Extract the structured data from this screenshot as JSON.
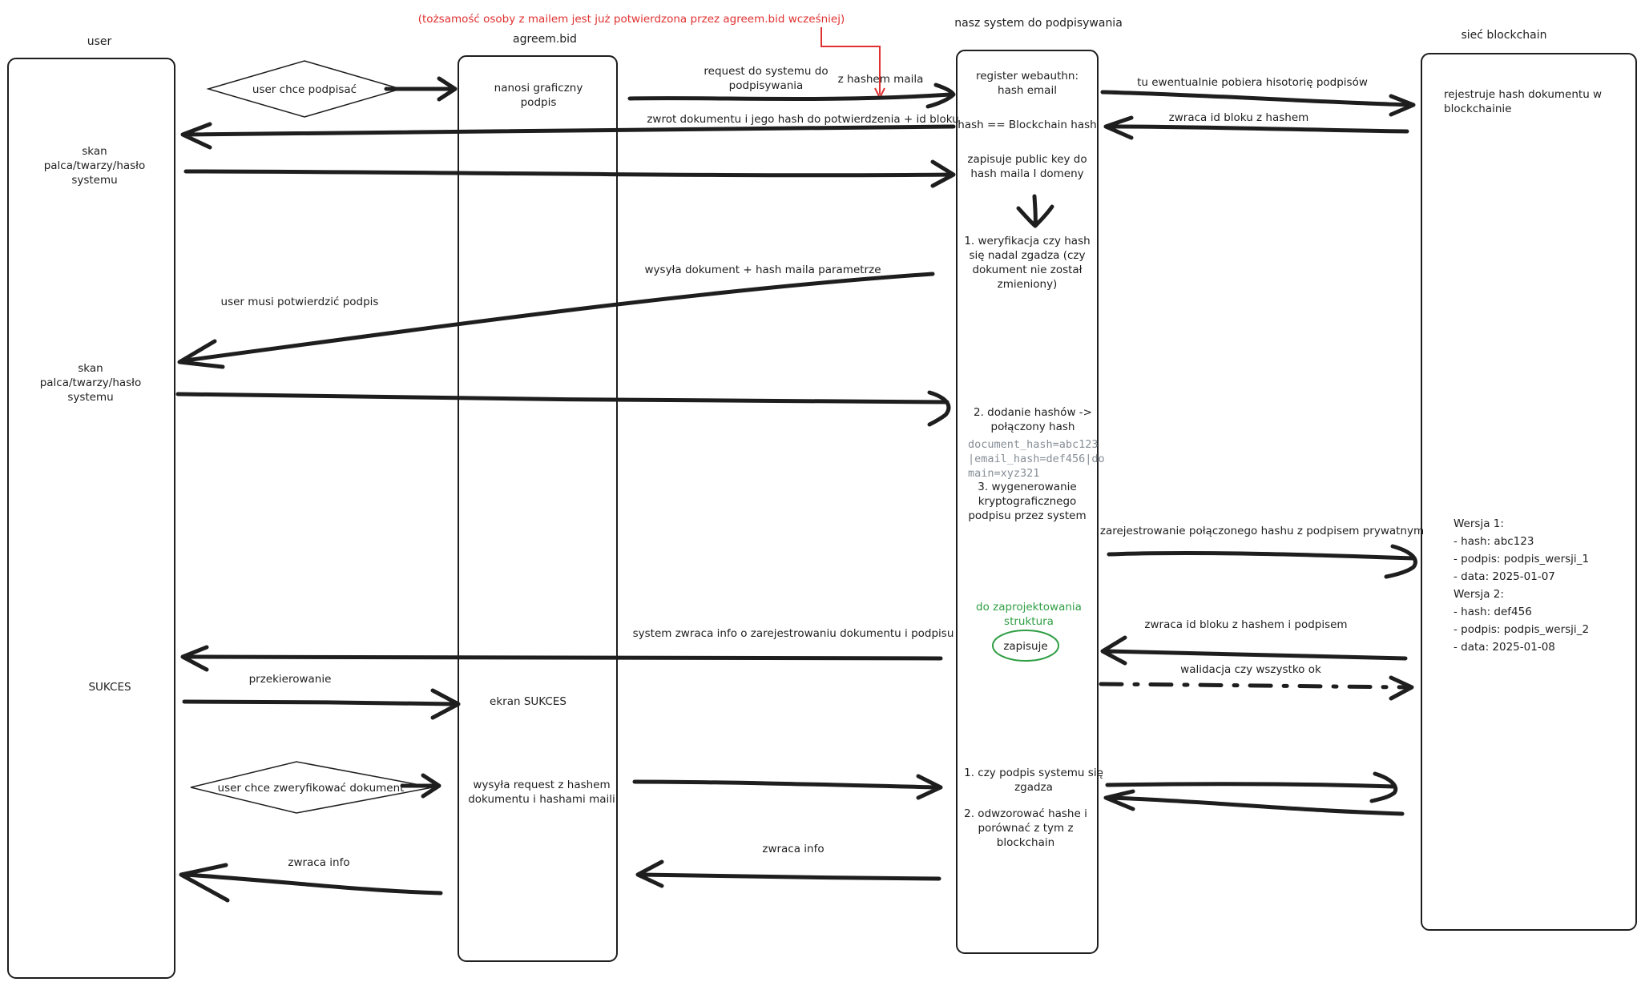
{
  "lanes": {
    "user": "user",
    "agreem": "agreem.bid",
    "system": "nasz system do podpisywania",
    "blockchain": "sieć blockchain"
  },
  "notes": {
    "identity": "(tożsamość osoby z mailem jest już potwierdzona przez agreem.bid wcześniej)",
    "with_email_hash": "z hashem maila"
  },
  "user_lane": {
    "wants_sign": "user chce podpisać",
    "scan1": [
      "skan",
      "palca/twarzy/hasło",
      "systemu"
    ],
    "scan2": [
      "skan",
      "palca/twarzy/hasło",
      "systemu"
    ],
    "success": "SUKCES",
    "wants_verify": "user chce zweryfikować dokument"
  },
  "agreem_lane": {
    "draws_signature": [
      "nanosi graficzny",
      "podpis"
    ],
    "success_screen": "ekran SUKCES",
    "sends_request": [
      "wysyła request z hashem",
      "dokumentu i hashami maili"
    ]
  },
  "system_lane": {
    "register_webauthn": [
      "register webauthn:",
      "hash email"
    ],
    "hash_check": "hash == Blockchain hash",
    "saves_public_key": [
      "zapisuje public key do",
      "hash maila I domeny"
    ],
    "step1": [
      "1. weryfikacja czy hash",
      "się nadal zgadza (czy",
      "dokument nie został",
      "zmieniony)"
    ],
    "step2": [
      "2. dodanie hashów ->",
      "połączony hash"
    ],
    "combined_hash": [
      "document_hash=abc123",
      "|email_hash=def456|do",
      "main=xyz321"
    ],
    "step3": [
      "3. wygenerowanie",
      "kryptograficznego",
      "podpisu przez system"
    ],
    "to_design": [
      "do zaprojektowania",
      "struktura"
    ],
    "saves": "zapisuje",
    "verify": [
      "1. czy podpis systemu się",
      "zgadza"
    ],
    "map_hashes": [
      "2. odwzorować hashe i",
      "porównać z tym z",
      "blockchain"
    ]
  },
  "blockchain_lane": {
    "registers": [
      "rejestruje hash dokumentu w",
      "blockchainie"
    ],
    "versions": [
      "Wersja 1:",
      "- hash: abc123",
      "- podpis: podpis_wersji_1",
      "- data: 2025-01-07",
      "Wersja 2:",
      "- hash: def456",
      "- podpis: podpis_wersji_2",
      "- data: 2025-01-08"
    ]
  },
  "arrows": {
    "request": [
      "request do systemu do",
      "podpisywania"
    ],
    "return_doc": "zwrot dokumentu i jego hash do potwierdzenia + id bloku",
    "history": "tu ewentualnie pobiera hisotorię podpisów",
    "block_id": "zwraca id bloku z hashem",
    "sends_doc": "wysyła dokument + hash maila parametrze",
    "must_confirm": "user musi potwierdzić podpis",
    "register_combined": "zarejestrowanie połączonego hashu z podpisem prywatnym",
    "block_id_sig": "zwraca id bloku z hashem i podpisem",
    "system_returns": "system zwraca info o zarejestrowaniu dokumentu i podpisu",
    "validate_all": "walidacja czy wszystko ok",
    "redirect": "przekierowanie",
    "returns_info_1": "zwraca info",
    "returns_info_2": "zwraca info"
  },
  "colors": {
    "ink": "#1e1e1e",
    "note_red": "#e03131",
    "note_green": "#2f9e44",
    "mono_gray": "#868e96"
  }
}
